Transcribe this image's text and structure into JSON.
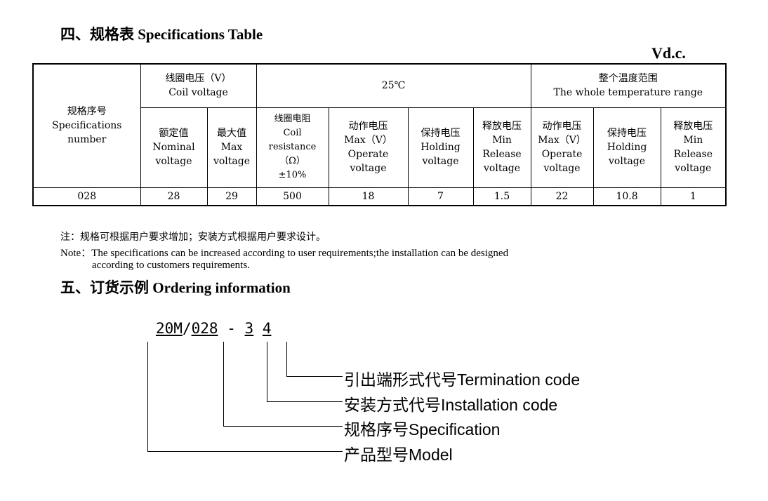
{
  "spec_section": {
    "title": "四、规格表 Specifications Table",
    "unit": "Vd.c.",
    "headers": {
      "spec_number": "规格序号\nSpecifications\nnumber",
      "coil_voltage": "线圈电压（V）\nCoil voltage",
      "temp_25": "25℃",
      "whole_range": "整个温度范围\nThe whole temperature range",
      "nominal": "额定值\nNominal\nvoltage",
      "max": "最大值\nMax\nvoltage",
      "coil_resistance": "线圈电阻\nCoil\nresistance（Ω）\n±10%",
      "operate_25": "动作电压\nMax（V）\nOperate\nvoltage",
      "holding_25": "保持电压\nHolding\nvoltage",
      "release_25": "释放电压\nMin\nRelease\nvoltage",
      "operate_whole": "动作电压\nMax（V）\nOperate\nvoltage",
      "holding_whole": "保持电压\nHolding\nvoltage",
      "release_whole": "释放电压\nMin\nRelease\nvoltage"
    },
    "rows": [
      [
        "028",
        "28",
        "29",
        "500",
        "18",
        "7",
        "1.5",
        "22",
        "10.8",
        "1"
      ]
    ]
  },
  "notes": {
    "zh": "注：规格可根据用户要求增加；安装方式根据用户要求设计。",
    "en_line1": "Note：The specifications can be increased according to user requirements;the installation can be designed",
    "en_line2": "according to customers requirements."
  },
  "ordering": {
    "title": "五、订货示例 Ordering information",
    "code_parts": {
      "model": "20M",
      "slash": "/",
      "spec": "028",
      "dash": "-",
      "install": "3",
      "termination": "4"
    },
    "labels": {
      "termination": "引出端形式代号Termination code",
      "installation": "安装方式代号Installation code",
      "specification": "规格序号Specification",
      "model": "产品型号Model"
    }
  }
}
